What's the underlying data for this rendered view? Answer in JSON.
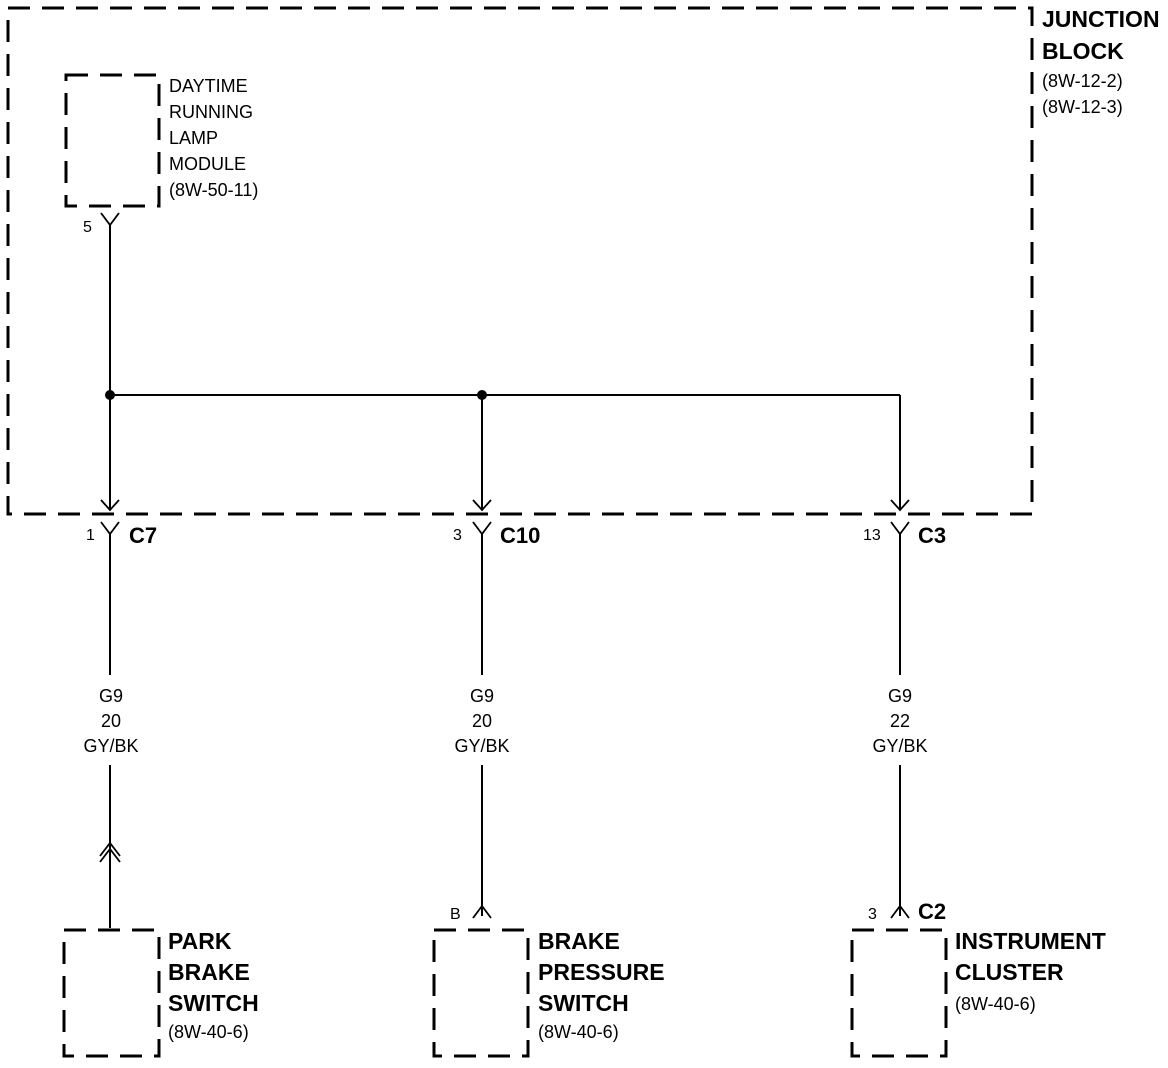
{
  "junction_block": {
    "title_line1": "JUNCTION",
    "title_line2": "BLOCK",
    "ref1": "(8W-12-2)",
    "ref2": "(8W-12-3)"
  },
  "drl_module": {
    "line1": "DAYTIME",
    "line2": "RUNNING",
    "line3": "LAMP",
    "line4": "MODULE",
    "ref": "(8W-50-11)",
    "pin": "5"
  },
  "connectors": [
    {
      "pin": "1",
      "name": "C7"
    },
    {
      "pin": "3",
      "name": "C10"
    },
    {
      "pin": "13",
      "name": "C3"
    }
  ],
  "wires": [
    {
      "circuit": "G9",
      "gauge": "20",
      "color": "GY/BK"
    },
    {
      "circuit": "G9",
      "gauge": "20",
      "color": "GY/BK"
    },
    {
      "circuit": "G9",
      "gauge": "22",
      "color": "GY/BK"
    }
  ],
  "components": {
    "park_brake": {
      "line1": "PARK",
      "line2": "BRAKE",
      "line3": "SWITCH",
      "ref": "(8W-40-6)"
    },
    "brake_pressure": {
      "pin": "B",
      "line1": "BRAKE",
      "line2": "PRESSURE",
      "line3": "SWITCH",
      "ref": "(8W-40-6)"
    },
    "instrument_cluster": {
      "pin": "3",
      "connector": "C2",
      "line1": "INSTRUMENT",
      "line2": "CLUSTER",
      "ref": "(8W-40-6)"
    }
  }
}
